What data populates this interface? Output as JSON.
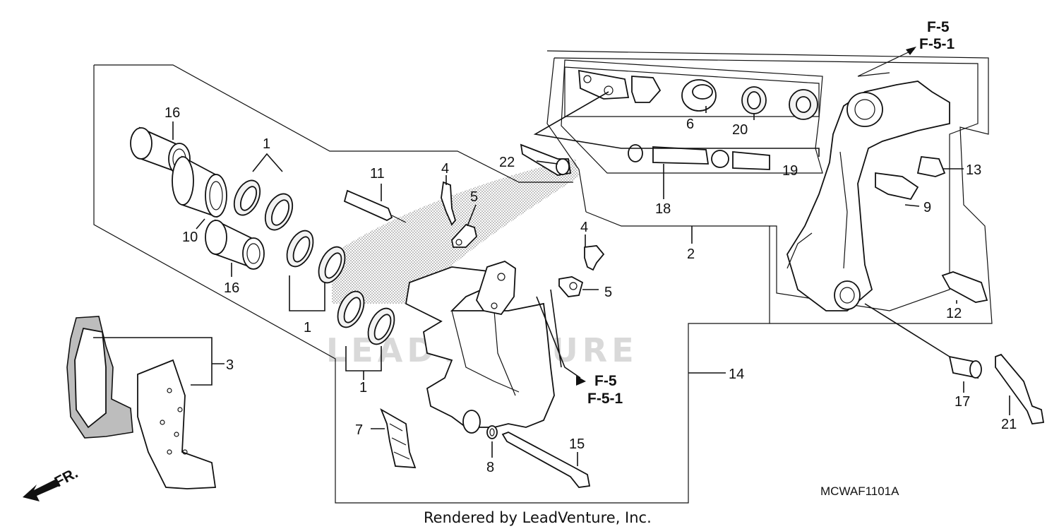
{
  "diagram": {
    "drawing_code": "MCWAF1101A",
    "credit": "Rendered by LeadVenture, Inc.",
    "watermark": "LEADVENTURE",
    "front_indicator": "FR.",
    "references": {
      "top": [
        "F-5",
        "F-5-1"
      ],
      "bottom": [
        "F-5",
        "F-5-1"
      ]
    },
    "callouts": {
      "c16a": "16",
      "c1a": "1",
      "c10": "10",
      "c16b": "16",
      "c1b": "1",
      "c1c": "1",
      "c3": "3",
      "c11": "11",
      "c4a": "4",
      "c5a": "5",
      "c22": "22",
      "c4b": "4",
      "c5b": "5",
      "c6": "6",
      "c20": "20",
      "c19": "19",
      "c18": "18",
      "c2": "2",
      "c13": "13",
      "c9": "9",
      "c12": "12",
      "c14": "14",
      "c7": "7",
      "c8": "8",
      "c15": "15",
      "c17": "17",
      "c21": "21"
    }
  }
}
